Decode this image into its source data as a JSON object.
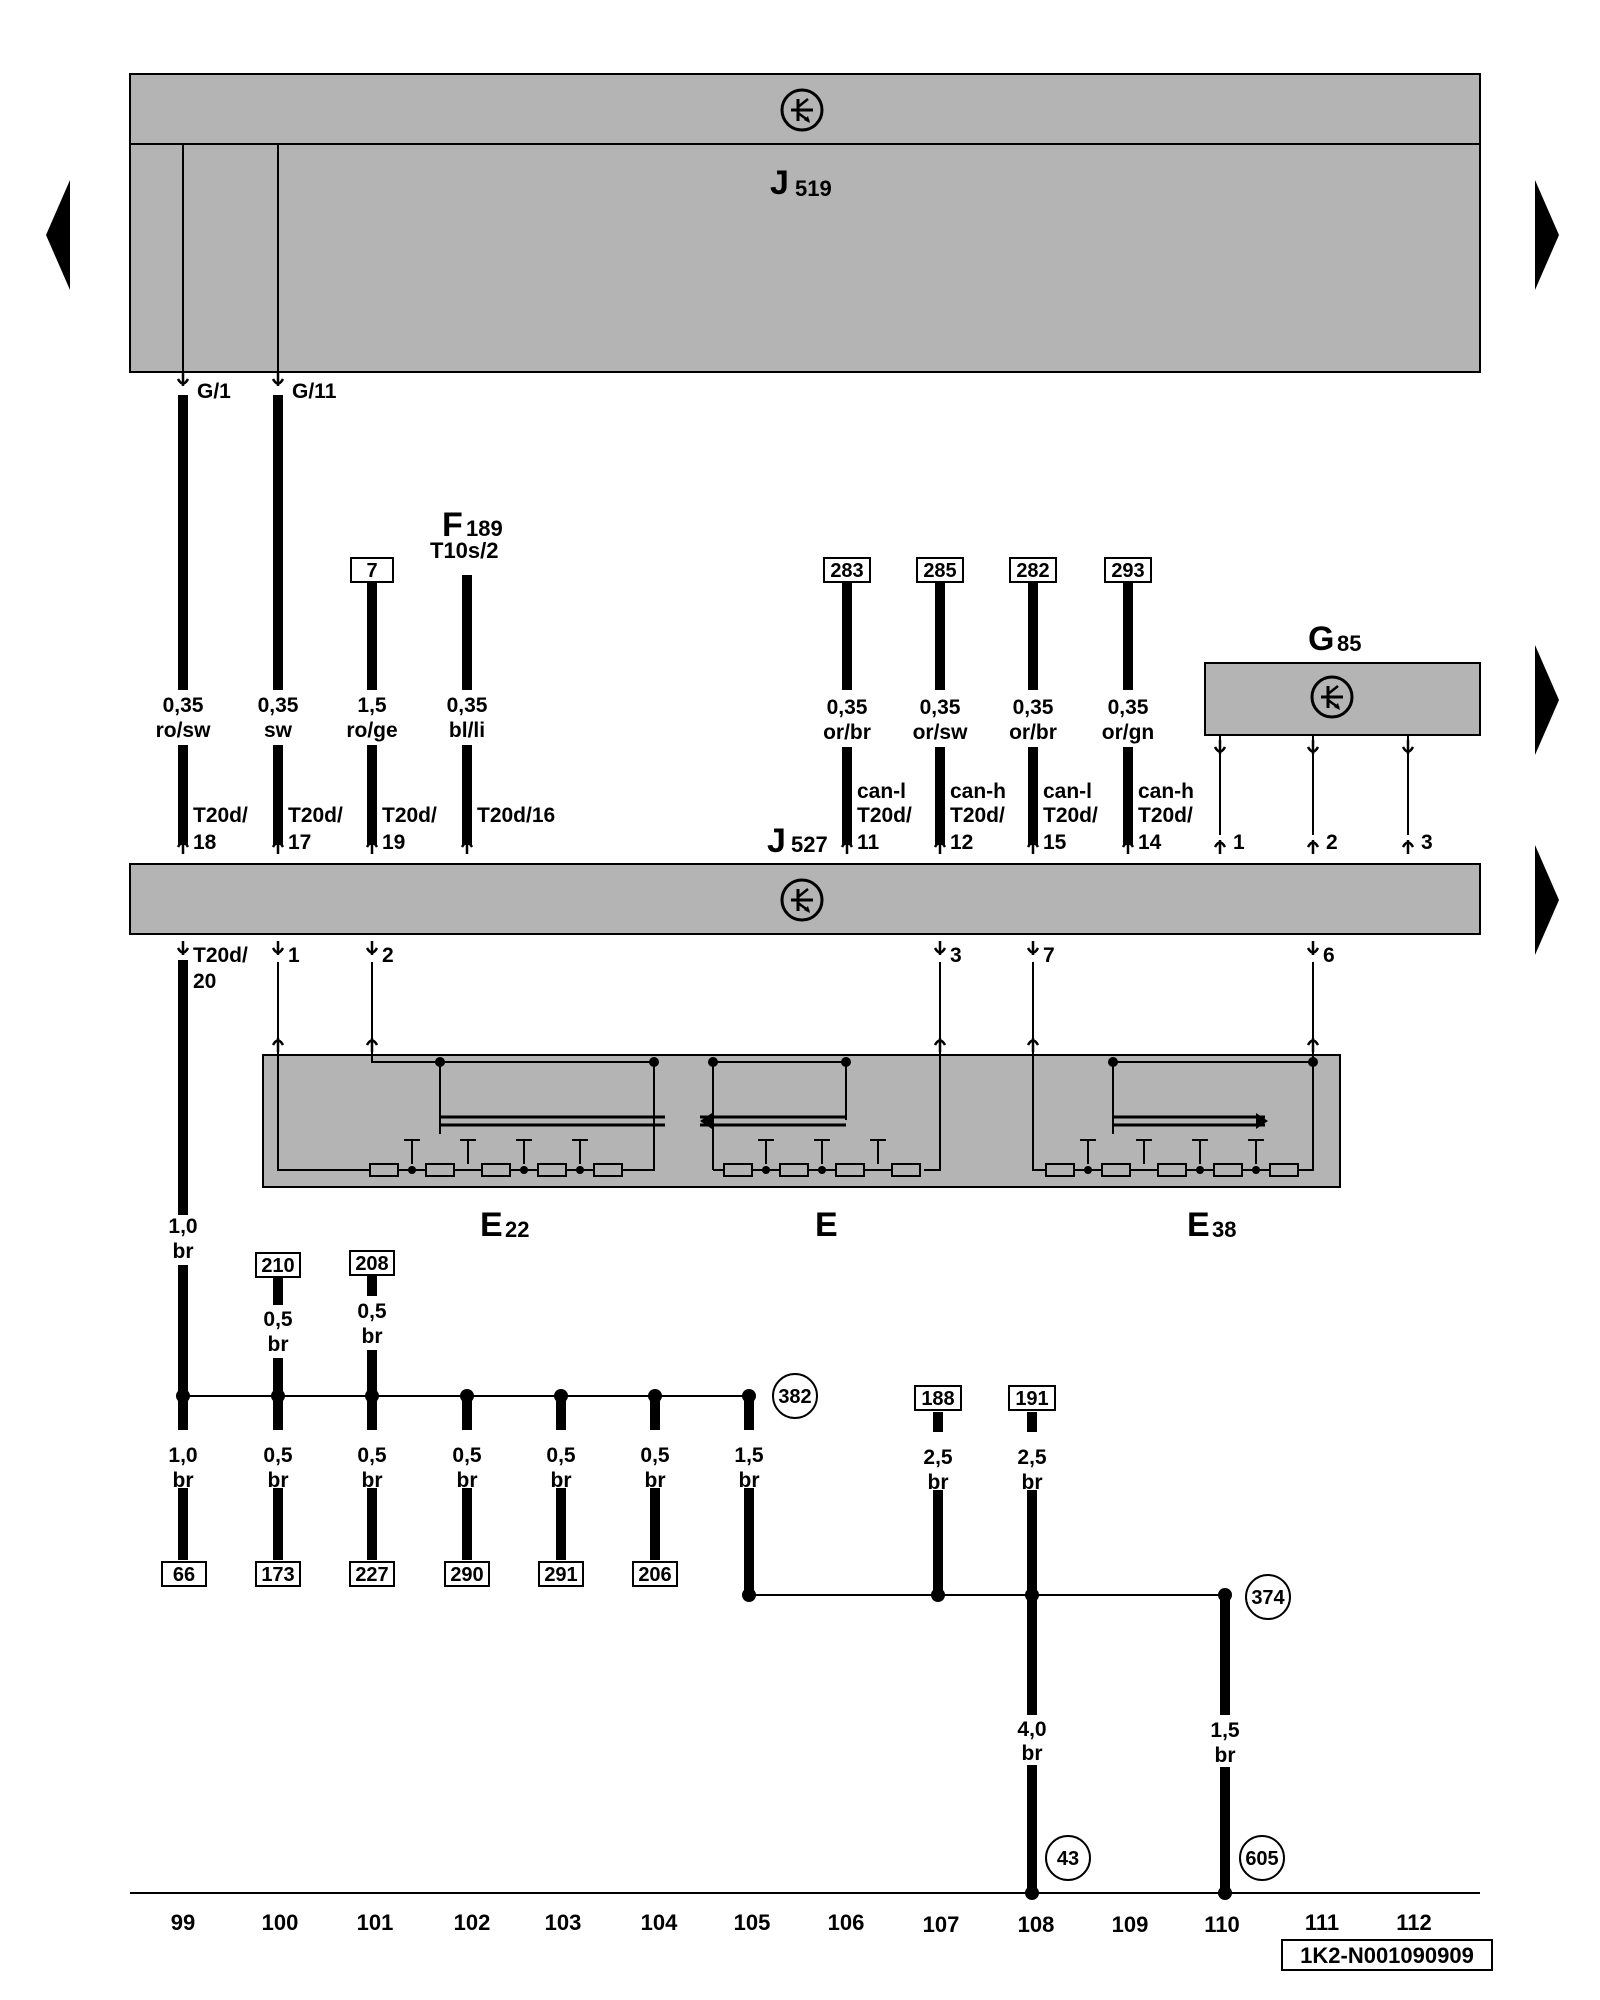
{
  "components": {
    "j519": {
      "letter": "J",
      "sub": "519"
    },
    "j527": {
      "letter": "J",
      "sub": "527"
    },
    "g85": {
      "letter": "G",
      "sub": "85"
    },
    "f189": {
      "letter": "F",
      "sub": "189",
      "connector": "T10s/2"
    },
    "e22": {
      "letter": "E",
      "sub": "22"
    },
    "e": {
      "letter": "E",
      "sub": ""
    },
    "e38": {
      "letter": "E",
      "sub": "38"
    }
  },
  "j519_pins": [
    "G/1",
    "G/11"
  ],
  "upper_wires": [
    {
      "size": "0,35",
      "color": "ro/sw",
      "pin1": "T20d/",
      "pin2": "18",
      "ref": ""
    },
    {
      "size": "0,35",
      "color": "sw",
      "pin1": "T20d/",
      "pin2": "17",
      "ref": ""
    },
    {
      "size": "1,5",
      "color": "ro/ge",
      "pin1": "T20d/",
      "pin2": "19",
      "ref": "7"
    },
    {
      "size": "0,35",
      "color": "bl/li",
      "pin1": "T20d/16",
      "pin2": "",
      "ref": ""
    },
    {
      "size": "0,35",
      "color": "or/br",
      "bus": "can-l",
      "pin1": "T20d/",
      "pin2": "11",
      "ref": "283"
    },
    {
      "size": "0,35",
      "color": "or/sw",
      "bus": "can-h",
      "pin1": "T20d/",
      "pin2": "12",
      "ref": "285"
    },
    {
      "size": "0,35",
      "color": "or/br",
      "bus": "can-l",
      "pin1": "T20d/",
      "pin2": "15",
      "ref": "282"
    },
    {
      "size": "0,35",
      "color": "or/gn",
      "bus": "can-h",
      "pin1": "T20d/",
      "pin2": "14",
      "ref": "293"
    }
  ],
  "g85_pins": [
    "1",
    "2",
    "3"
  ],
  "j527_lower_pins": {
    "t20": "T20d/",
    "t20b": "20",
    "p1": "1",
    "p2": "2",
    "p3": "3",
    "p7": "7",
    "p6": "6"
  },
  "ground_wires": [
    {
      "size": "1,0",
      "color": "br"
    },
    {
      "size": "0,5",
      "color": "br",
      "ref": "210"
    },
    {
      "size": "0,5",
      "color": "br",
      "ref": "208"
    }
  ],
  "lower_wires": [
    {
      "size": "1,0",
      "color": "br",
      "ref": "66"
    },
    {
      "size": "0,5",
      "color": "br",
      "ref": "173"
    },
    {
      "size": "0,5",
      "color": "br",
      "ref": "227"
    },
    {
      "size": "0,5",
      "color": "br",
      "ref": "290"
    },
    {
      "size": "0,5",
      "color": "br",
      "ref": "291"
    },
    {
      "size": "0,5",
      "color": "br",
      "ref": "206"
    },
    {
      "size": "1,5",
      "color": "br"
    }
  ],
  "right_wires": [
    {
      "size": "2,5",
      "color": "br",
      "ref": "188"
    },
    {
      "size": "2,5",
      "color": "br",
      "ref": "191"
    },
    {
      "size": "4,0",
      "color": "br"
    },
    {
      "size": "1,5",
      "color": "br"
    }
  ],
  "circle_refs": [
    "382",
    "374",
    "43",
    "605"
  ],
  "columns": [
    "99",
    "100",
    "101",
    "102",
    "103",
    "104",
    "105",
    "106",
    "107",
    "108",
    "109",
    "110",
    "111",
    "112"
  ],
  "diagram_code": "1K2-N001090909",
  "colors": {
    "module_fill": "#b4b4b4",
    "line": "#000000",
    "background": "#ffffff"
  },
  "icons": [
    "nav-left-arrow-icon",
    "nav-right-arrow-icon",
    "control-unit-symbol-icon"
  ]
}
